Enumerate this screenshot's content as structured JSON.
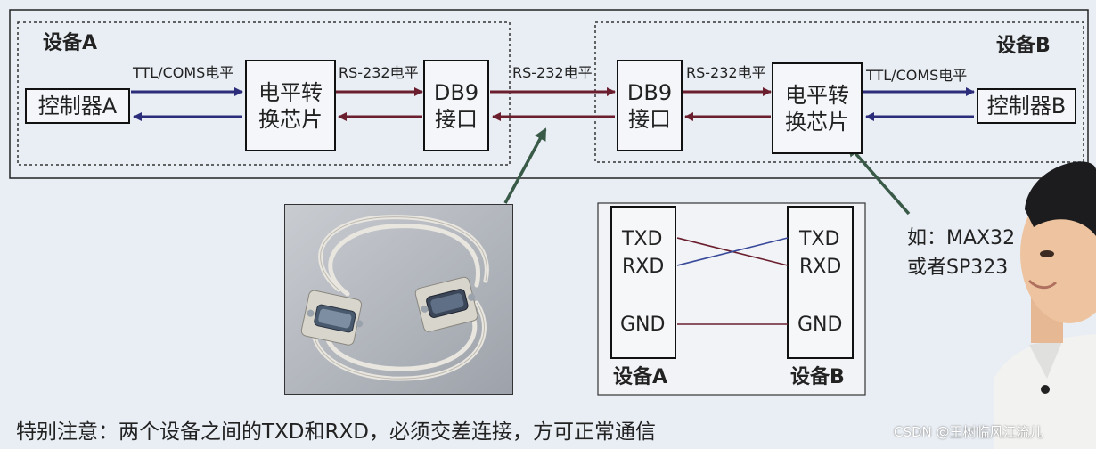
{
  "colors": {
    "tx_arrow": "#2b2d7a",
    "rx_arrow": "#6b1f2e",
    "pointer": "#3a5a48",
    "crossover": "#3a4a9a",
    "gnd_line": "#6b1f2e"
  },
  "device_a": {
    "label": "设备A",
    "controller": "控制器A",
    "converter_line1": "电平转",
    "converter_line2": "换芯片",
    "db9_line1": "DB9",
    "db9_line2": "接口",
    "ttl_label": "TTL/COMS电平",
    "rs232_label": "RS-232电平"
  },
  "device_b": {
    "label": "设备B",
    "controller": "控制器B",
    "converter_line1": "电平转",
    "converter_line2": "换芯片",
    "db9_line1": "DB9",
    "db9_line2": "接口",
    "ttl_label": "TTL/COMS电平",
    "rs232_label": "RS-232电平"
  },
  "cable_label": "RS-232电平",
  "chip_note_line1": "如：MAX32",
  "chip_note_line2": "或者SP323",
  "crossover": {
    "left_pins": [
      "TXD",
      "RXD",
      "GND"
    ],
    "right_pins": [
      "TXD",
      "RXD",
      "GND"
    ],
    "left_label": "设备A",
    "right_label": "设备B"
  },
  "footer_note": "特别注意：两个设备之间的TXD和RXD，必须交差连接，方可正常通信",
  "watermark": "CSDN @王树临风江流儿"
}
